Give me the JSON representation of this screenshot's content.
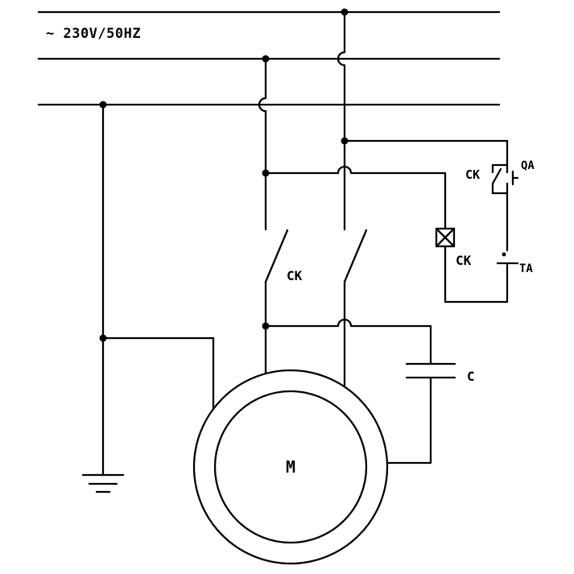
{
  "diagram": {
    "supply": {
      "label": "~ 230V/50HZ"
    },
    "contactor": {
      "main_contacts_label": "CK",
      "coil_label": "CK",
      "aux_contact_label": "CK"
    },
    "buttons": {
      "start_label": "QA",
      "stop_label": "TA"
    },
    "capacitor": {
      "label": "C"
    },
    "motor": {
      "label": "M"
    },
    "colors": {
      "line": "#000000",
      "background": "#ffffff"
    }
  }
}
